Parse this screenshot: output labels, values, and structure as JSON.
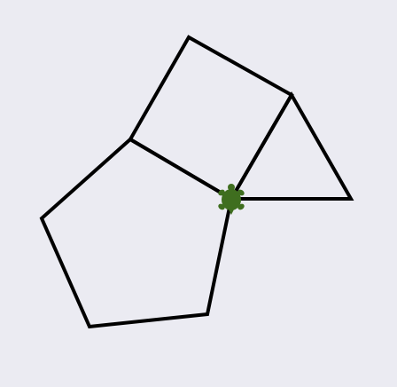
{
  "diagram": {
    "background_color": "#ebebf2",
    "stroke_color": "#000000",
    "marker_color": "#3f6e1f",
    "marker_icon": "turtle-icon",
    "shapes": [
      {
        "name": "pentagon",
        "sides": 5
      },
      {
        "name": "square",
        "sides": 4
      },
      {
        "name": "triangle",
        "sides": 3
      }
    ]
  }
}
